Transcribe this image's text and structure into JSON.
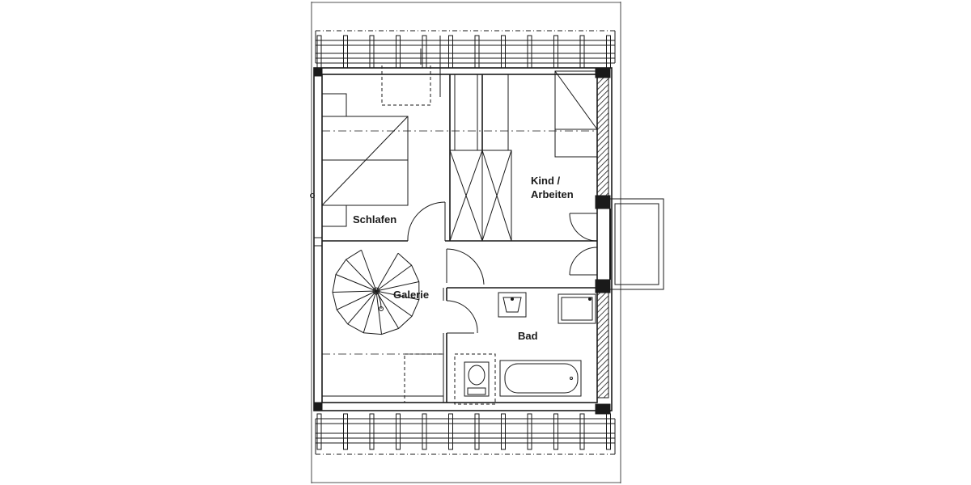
{
  "floorplan": {
    "rooms": [
      {
        "id": "schlafen",
        "label_lines": [
          "Schlafen"
        ]
      },
      {
        "id": "kind-arbeiten",
        "label_lines": [
          "Kind /",
          "Arbeiten"
        ]
      },
      {
        "id": "galerie",
        "label_lines": [
          "Galerie"
        ]
      },
      {
        "id": "bad",
        "label_lines": [
          "Bad"
        ]
      }
    ]
  },
  "colors": {
    "line": "#1a1a1a",
    "background": "#ffffff",
    "hatch": "#1a1a1a"
  }
}
